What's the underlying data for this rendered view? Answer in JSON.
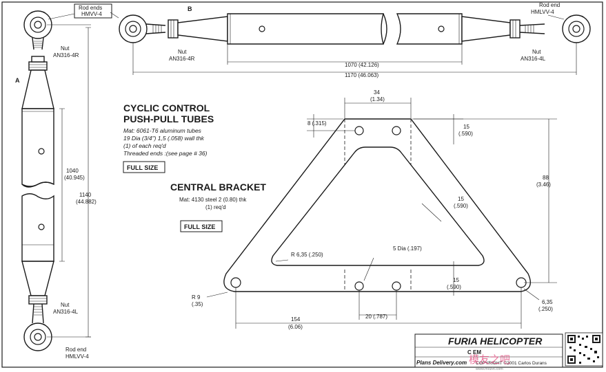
{
  "tubes": {
    "view_a": "A",
    "view_b": "B",
    "title_line1": "CYCLIC CONTROL",
    "title_line2": "PUSH-PULL TUBES",
    "spec1": "Mat: 6061-T6 aluminum tubes",
    "spec2": "19 Dia (3/4\") 1,5 (.058) wall thk",
    "spec3": "(1) of each req'd",
    "spec4": "Threaded ends :(see page # 36)",
    "full_size": "FULL SIZE",
    "rod_ends_mmv_1": "Rod ends",
    "rod_ends_mmv_2": "HMVV-4",
    "nut_a_top_1": "Nut",
    "nut_a_top_2": "AN316-4R",
    "nut_a_bot_1": "Nut",
    "nut_a_bot_2": "AN316-4L",
    "rod_end_a_bot_1": "Rod end",
    "rod_end_a_bot_2": "HMLVV-4",
    "dim_a_1040": "1040",
    "dim_a_1040_in": "(40.945)",
    "dim_a_1140": "1140",
    "dim_a_1140_in": "(44.882)",
    "nut_b_left_1": "Nut",
    "nut_b_left_2": "AN316-4R",
    "rod_end_b_right_1": "Rod end",
    "rod_end_b_right_2": "HMLVV-4",
    "nut_b_right_1": "Nut",
    "nut_b_right_2": "AN316-4L",
    "dim_b_1070": "1070 (42.126)",
    "dim_b_1170": "1170 (46.063)"
  },
  "bracket": {
    "title": "CENTRAL BRACKET",
    "spec1": "Mat: 4130 steel 2 (0.80) thk",
    "spec2": "(1) req'd",
    "full_size": "FULL SIZE",
    "dim_34": "34",
    "dim_34_in": "(1.34)",
    "dim_8": "8 (.315)",
    "dim_15_top": "15",
    "dim_15_top_in": "(.590)",
    "dim_88": "88",
    "dim_88_in": "(3.46)",
    "dim_15_mid": "15",
    "dim_15_mid_in": "(.590)",
    "dim_5dia": "5 Dia (.197)",
    "dim_r635": "R 6,35 (.250)",
    "dim_15_bot": "15",
    "dim_15_bot_in": "(.590)",
    "dim_r9": "R 9",
    "dim_r9_in": "(.35)",
    "dim_635": "6,35",
    "dim_635_in": "(.250)",
    "dim_20": "20 (.787)",
    "dim_154": "154",
    "dim_154_in": "(6.06)"
  },
  "title_block": {
    "brand": "FURIA HELICOPTER",
    "subtitle": "C          EM",
    "plans": "Plans Delivery.com",
    "copyright": "COPYRIGHT ©2001 Carlos Durans",
    "watermark": "模友之吧",
    "watermark_url": "www.mozih.com"
  }
}
